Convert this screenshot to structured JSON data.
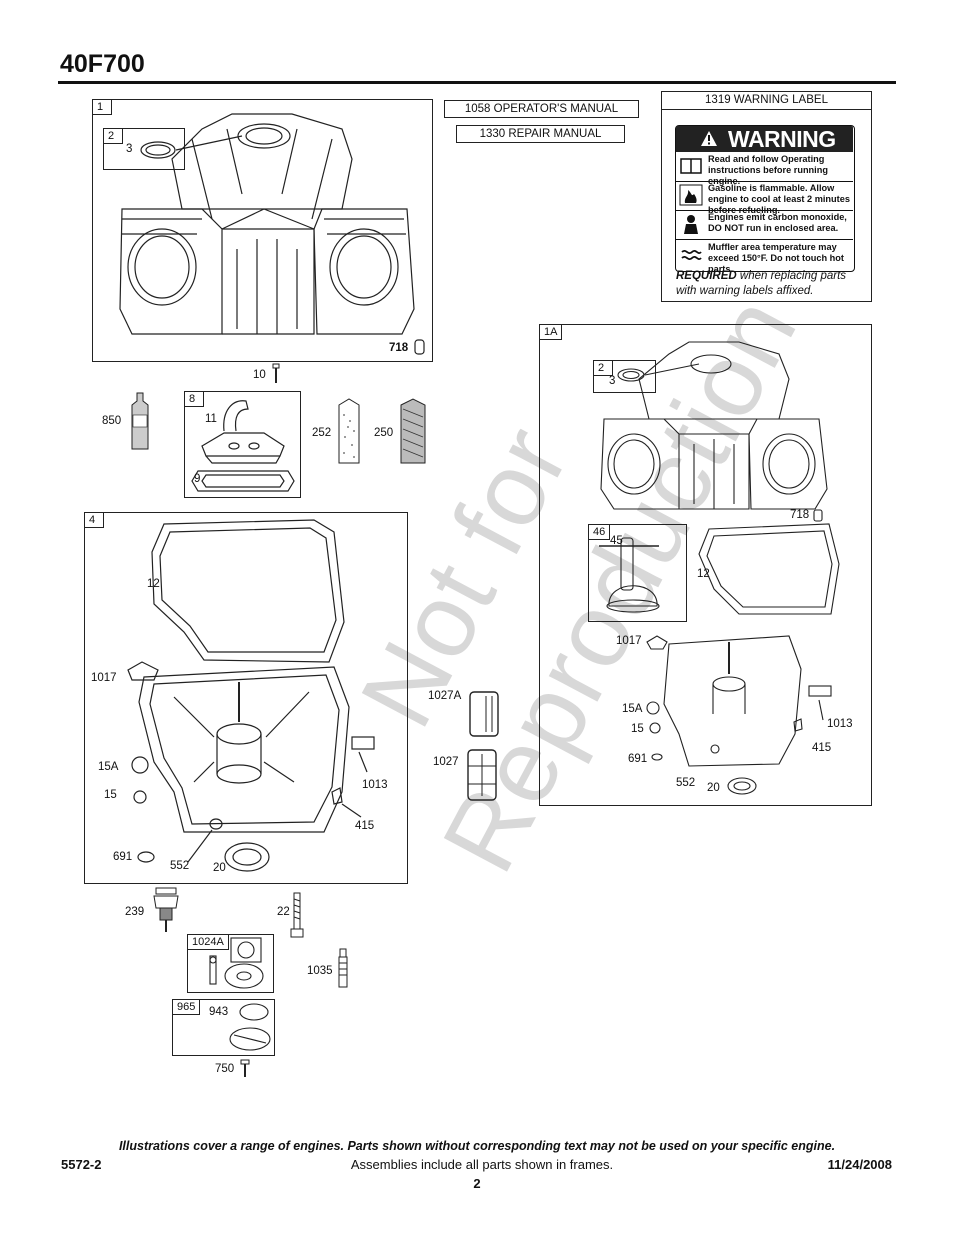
{
  "header": {
    "title": "40F700"
  },
  "manuals": {
    "operators": "1058 OPERATOR'S MANUAL",
    "repair": "1330 REPAIR MANUAL"
  },
  "warning_label": {
    "caption": "1319 WARNING LABEL",
    "heading": "WARNING",
    "rows": [
      "Read and follow Operating instructions before running engine.",
      "Gasoline is flammable. Allow engine to cool at least 2 minutes before refueling.",
      "Engines emit carbon monoxide, DO NOT run in enclosed area.",
      "Muffler area temperature may exceed 150°F.  Do not touch hot parts."
    ],
    "required_bold": "REQUIRED",
    "required_rest": " when replacing parts with warning labels affixed."
  },
  "watermark": {
    "line1": "Not for",
    "line2": "Reproduction"
  },
  "parts": {
    "f1": "1",
    "f2": "2",
    "p3": "3",
    "p718": "718",
    "p10": "10",
    "p850": "850",
    "f8": "8",
    "p11": "11",
    "p9": "9",
    "p252": "252",
    "p250": "250",
    "f4": "4",
    "p12": "12",
    "p1017": "1017",
    "p15A": "15A",
    "p15": "15",
    "p691": "691",
    "p552": "552",
    "p20": "20",
    "p1013": "1013",
    "p415": "415",
    "p1027A": "1027A",
    "p1027": "1027",
    "f1A": "1A",
    "f2b": "2",
    "p3b": "3",
    "p718b": "718",
    "f46": "46",
    "p45": "45",
    "p12b": "12",
    "p1017b": "1017",
    "p15Ab": "15A",
    "p15b": "15",
    "p691b": "691",
    "p552b": "552",
    "p20b": "20",
    "p1013b": "1013",
    "p415b": "415",
    "p239": "239",
    "p22": "22",
    "f1024A": "1024A",
    "p1035": "1035",
    "f965": "965",
    "p943": "943",
    "p750": "750"
  },
  "footer": {
    "note": "Illustrations cover a range of engines. Parts shown without corresponding text may not be used on your specific engine.",
    "doc_no": "5572-2",
    "assemblies": "Assemblies include all parts shown in frames.",
    "date": "11/24/2008",
    "page": "2"
  }
}
